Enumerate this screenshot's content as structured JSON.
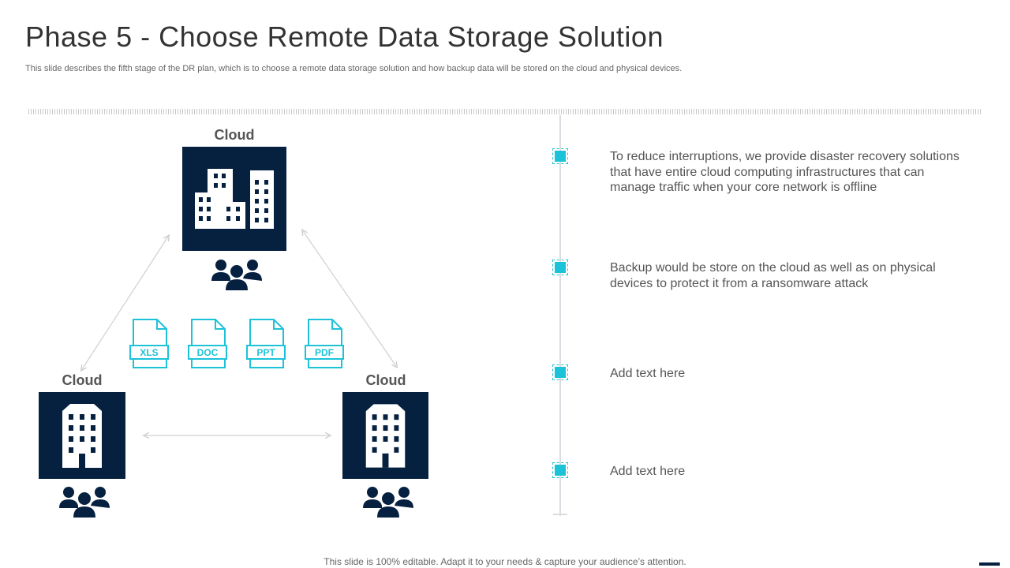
{
  "title": "Phase 5 - Choose Remote Data Storage Solution",
  "subtitle": "This slide describes the fifth stage of the DR plan, which is to choose a remote data storage solution and how backup data will be stored on the cloud and physical devices.",
  "diagram": {
    "nodes": [
      {
        "label": "Cloud",
        "icon": "city-buildings-icon"
      },
      {
        "label": "Cloud",
        "icon": "office-building-icon"
      },
      {
        "label": "Cloud",
        "icon": "office-building-icon"
      }
    ],
    "files": [
      "XLS",
      "DOC",
      "PPT",
      "PDF"
    ],
    "colors": {
      "navy": "#062040",
      "accent": "#1cc3d8"
    }
  },
  "items": [
    {
      "text": "To reduce interruptions, we provide disaster recovery solutions that have entire cloud computing infrastructures that can manage traffic when your core network is offline"
    },
    {
      "text": "Backup would be store on the cloud as well as on physical devices to protect it from a ransomware attack"
    },
    {
      "text": "Add text here"
    },
    {
      "text": "Add text here"
    }
  ],
  "footer": "This slide is 100% editable. Adapt it to your needs & capture your audience’s attention."
}
